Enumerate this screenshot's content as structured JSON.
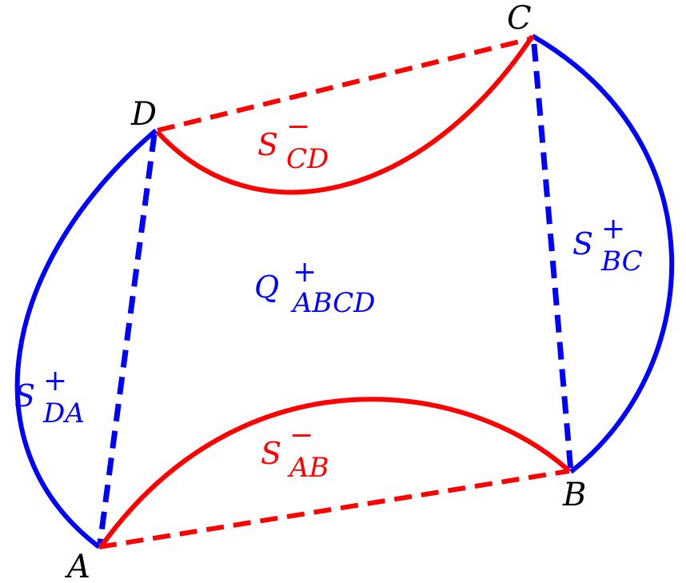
{
  "colors": {
    "blue": "#0000ff",
    "red": "#ff0000",
    "black": "#000000"
  },
  "vertices": {
    "A": "A",
    "B": "B",
    "C": "C",
    "D": "D"
  },
  "labels": {
    "s_cd_minus": {
      "main": "S",
      "sup": "−",
      "sub": "CD"
    },
    "s_ab_minus": {
      "main": "S",
      "sup": "−",
      "sub": "AB"
    },
    "s_bc_plus": {
      "main": "S",
      "sup": "+",
      "sub": "BC"
    },
    "s_da_plus": {
      "main": "S",
      "sup": "+",
      "sub": "DA"
    },
    "q_abcd_plus": {
      "main": "Q",
      "sup": "+",
      "sub": "ABCD"
    }
  }
}
